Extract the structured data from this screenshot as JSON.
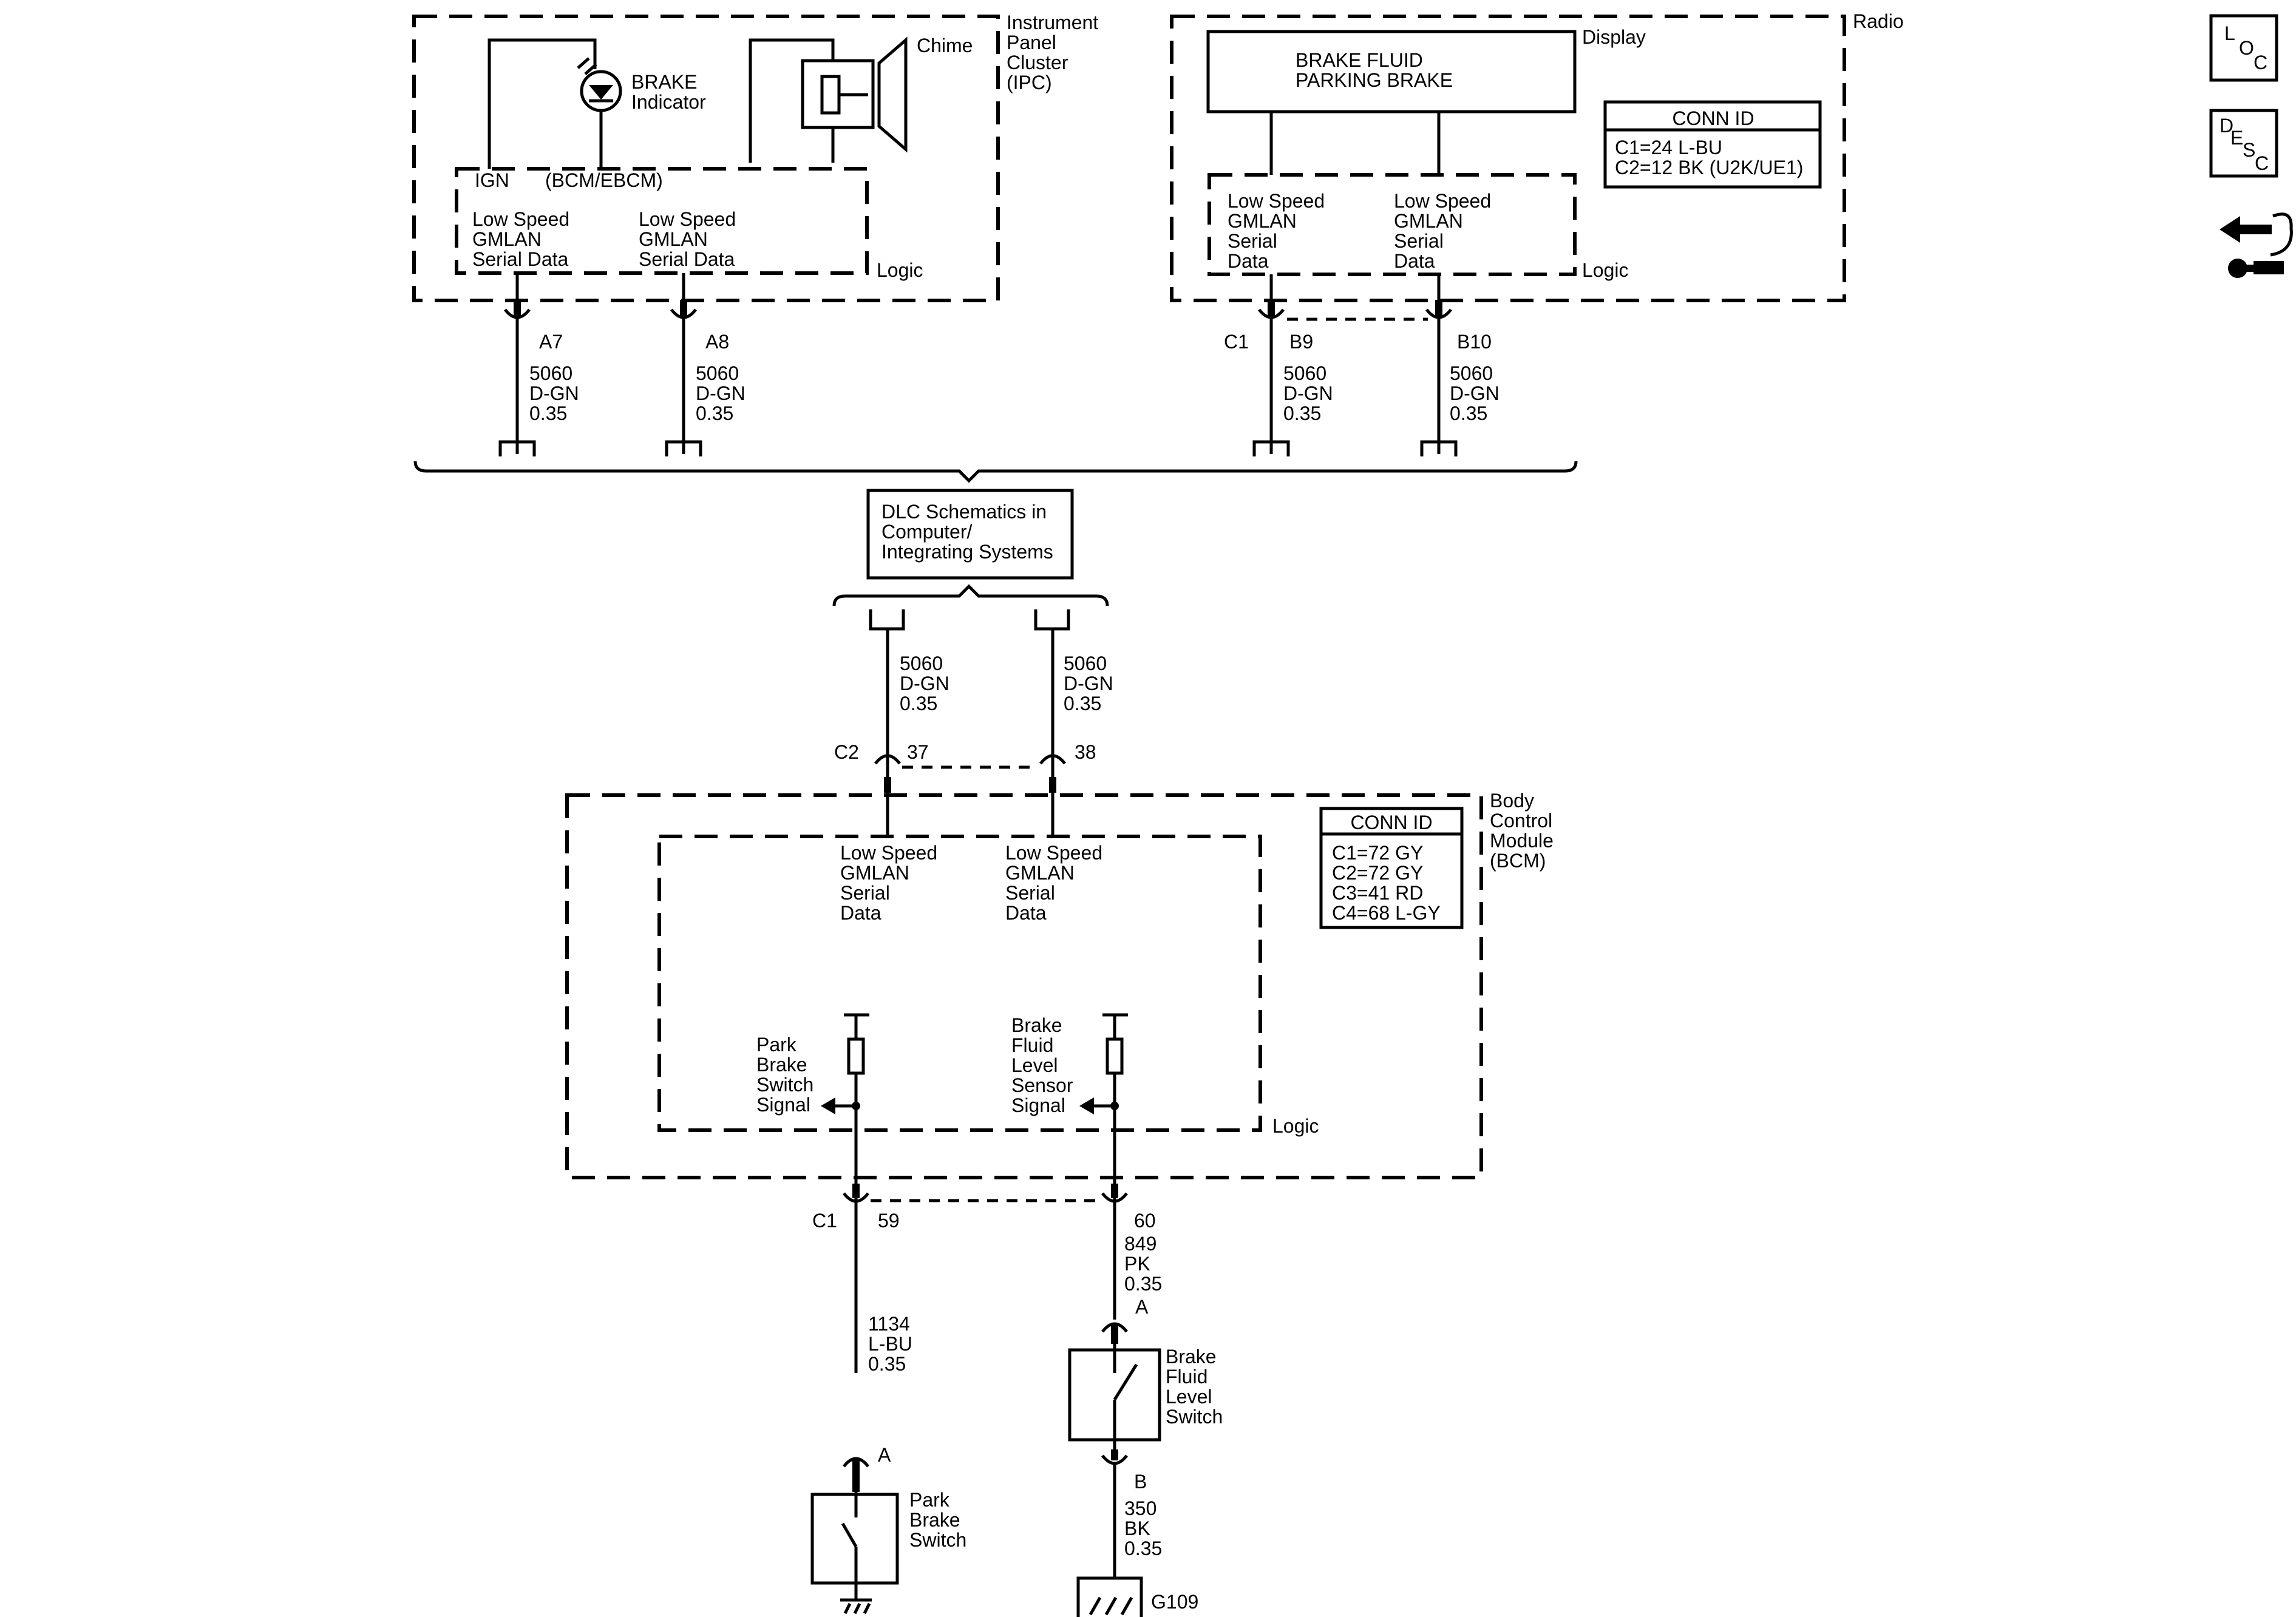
{
  "ipc": {
    "title_lines": [
      "Instrument",
      "Panel",
      "Cluster",
      "(IPC)"
    ],
    "chime": "Chime",
    "brake_lines": [
      "BRAKE",
      "Indicator"
    ],
    "ign": "IGN",
    "bcm_ebcm": "(BCM/EBCM)",
    "data1_lines": [
      "Low Speed",
      "GMLAN",
      "Serial Data"
    ],
    "data2_lines": [
      "Low Speed",
      "GMLAN",
      "Serial Data"
    ],
    "logic": "Logic"
  },
  "radio": {
    "title": "Radio",
    "display": "Display",
    "display_lines": [
      "BRAKE FLUID",
      "PARKING BRAKE"
    ],
    "conn_title": "CONN ID",
    "conn_lines": [
      "C1=24 L-BU",
      "C2=12 BK (U2K/UE1)"
    ],
    "data1_lines": [
      "Low Speed",
      "GMLAN",
      "Serial",
      "Data"
    ],
    "data2_lines": [
      "Low Speed",
      "GMLAN",
      "Serial",
      "Data"
    ],
    "logic": "Logic"
  },
  "wires_top": [
    {
      "pin": "A7",
      "lines": [
        "5060",
        "D-GN",
        "0.35"
      ]
    },
    {
      "pin": "A8",
      "lines": [
        "5060",
        "D-GN",
        "0.35"
      ]
    },
    {
      "conn": "C1",
      "pin": "B9",
      "lines": [
        "5060",
        "D-GN",
        "0.35"
      ]
    },
    {
      "pin": "B10",
      "lines": [
        "5060",
        "D-GN",
        "0.35"
      ]
    }
  ],
  "dlc_lines": [
    "DLC Schematics in",
    "Computer/",
    "Integrating Systems"
  ],
  "wires_mid": [
    {
      "conn": "C2",
      "pin": "37",
      "lines": [
        "5060",
        "D-GN",
        "0.35"
      ]
    },
    {
      "pin": "38",
      "lines": [
        "5060",
        "D-GN",
        "0.35"
      ]
    }
  ],
  "bcm": {
    "title_lines": [
      "Body",
      "Control",
      "Module",
      "(BCM)"
    ],
    "conn_title": "CONN ID",
    "conn_lines": [
      "C1=72 GY",
      "C2=72 GY",
      "C3=41 RD",
      "C4=68 L-GY"
    ],
    "data1_lines": [
      "Low Speed",
      "GMLAN",
      "Serial",
      "Data"
    ],
    "data2_lines": [
      "Low Speed",
      "GMLAN",
      "Serial",
      "Data"
    ],
    "park_signal_lines": [
      "Park",
      "Brake",
      "Switch",
      "Signal"
    ],
    "fluid_signal_lines": [
      "Brake",
      "Fluid",
      "Level",
      "Sensor",
      "Signal"
    ],
    "logic": "Logic"
  },
  "wires_bottom": {
    "c1": "C1",
    "pin59": "59",
    "pin60": "60",
    "w1134": [
      "1134",
      "L-BU",
      "0.35"
    ],
    "w849": [
      "849",
      "PK",
      "0.35"
    ],
    "fluid_pin_a": "A",
    "fluid_pin_b": "B",
    "park_pin_a": "A",
    "w350": [
      "350",
      "BK",
      "0.35"
    ],
    "ground": "G109"
  },
  "fluid_switch_lines": [
    "Brake",
    "Fluid",
    "Level",
    "Switch"
  ],
  "park_switch_lines": [
    "Park",
    "Brake",
    "Switch"
  ],
  "nav": {
    "loc": [
      "L",
      "O",
      "C"
    ],
    "desc": [
      "D",
      "E",
      "S",
      "C"
    ],
    "icons": [
      "loc-icon",
      "desc-icon",
      "connector-tool-icon"
    ]
  }
}
